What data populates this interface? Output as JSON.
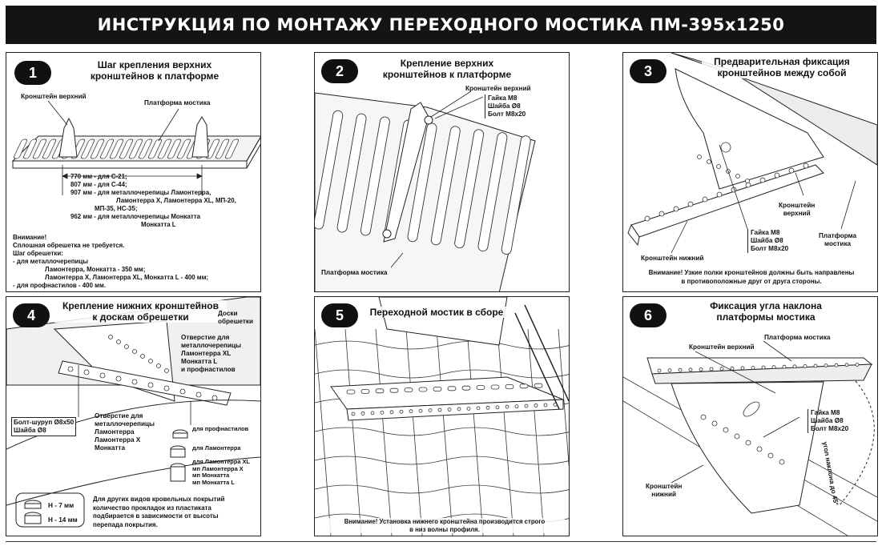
{
  "header": {
    "title": "ИНСТРУКЦИЯ ПО МОНТАЖУ ПЕРЕХОДНОГО МОСТИКА ПМ-395х1250"
  },
  "panels": [
    {
      "number": "1",
      "title_line1": "Шаг крепления верхних",
      "title_line2": "кронштейнов к платформе",
      "labels": {
        "bracket_upper": "Кронштейн верхний",
        "platform": "Платформа мостика"
      },
      "dimensions": [
        "770 мм - для С-21;",
        "807 мм - для С-44;",
        "907 мм - для металлочерепицы Ламонтерра,",
        "Ламонтерра Х, Ламонтерра XL, МП-20,",
        "МП-35, НС-35;",
        "962 мм - для металлочерепицы  Монкатта",
        "Монкатта L"
      ],
      "note": [
        "Внимание!",
        "Сплошная обрешетка не требуется.",
        "Шаг обрешетки:",
        "- для металлочерепицы",
        "Ламонтерра, Монкатта - 350 мм;",
        "Ламонтерра Х, Ламонтерра XL, Монкатта L - 400 мм;",
        "- для профнастилов - 400 мм."
      ]
    },
    {
      "number": "2",
      "title_line1": "Крепление верхних",
      "title_line2": "кронштейнов к платформе",
      "labels": {
        "bracket_upper": "Кронштейн верхний",
        "nut": "Гайка М8",
        "washer": "Шайба Ø8",
        "bolt": "Болт М8х20",
        "platform": "Платформа мостика"
      }
    },
    {
      "number": "3",
      "title_line1": "Предварительная фиксация",
      "title_line2": "кронштейнов между собой",
      "labels": {
        "nut": "Гайка М8",
        "washer": "Шайба Ø8",
        "bolt": "Болт М8х20",
        "bracket_upper_1": "Кронштейн",
        "bracket_upper_2": "верхний",
        "platform_1": "Платформа",
        "platform_2": "мостика",
        "bracket_lower": "Кронштейн нижний"
      },
      "note_line1": "Внимание! Узкие полки кронштейнов должны быть направлены",
      "note_line2": "в противоположные друг от друга стороны."
    },
    {
      "number": "4",
      "title_line1": "Крепление нижних кронштейнов",
      "title_line2": "к доскам обрешетки",
      "labels": {
        "board_1": "Доски",
        "board_2": "обрешетки",
        "hole1": [
          "Отверстие для",
          "металлочерепицы",
          "Ламонтерра XL",
          "Монкатта L",
          "и профнастилов"
        ],
        "bolt_screw": "Болт-шуруп Ø8х50",
        "washer": "Шайба Ø8",
        "hole2": [
          "Отверстие для",
          "металлочерепицы",
          "Ламонтерра",
          "Ламонтерра Х",
          "Монкатта"
        ],
        "for_prof": "для профнастилов",
        "for_lam": "для Ламонтерра",
        "for_list": [
          "для Ламонтерра XL",
          "мп Ламонтерра Х",
          "мп Монкатта",
          "мп Монкатта L"
        ],
        "h7": "Н - 7 мм",
        "h14": "Н - 14 мм"
      },
      "note": [
        "Для других видов кровельных покрытий",
        "количество прокладок из пластиката",
        "подбирается в зависимости от высоты",
        "перепада покрытия."
      ]
    },
    {
      "number": "5",
      "title_line1": "Переходной мостик в сборе",
      "note_line1": "Внимание! Установка нижнего кронштейна производится строго",
      "note_line2": "в низ волны профиля."
    },
    {
      "number": "6",
      "title_line1": "Фиксация угла наклона",
      "title_line2": "платформы мостика",
      "labels": {
        "platform": "Платформа мостика",
        "bracket_upper": "Кронштейн верхний",
        "nut": "Гайка М8",
        "washer": "Шайба Ø8",
        "bolt": "Болт М8х20",
        "bracket_lower_1": "Кронштейн",
        "bracket_lower_2": "нижний",
        "angle": "угол наклона до 45°"
      }
    }
  ]
}
